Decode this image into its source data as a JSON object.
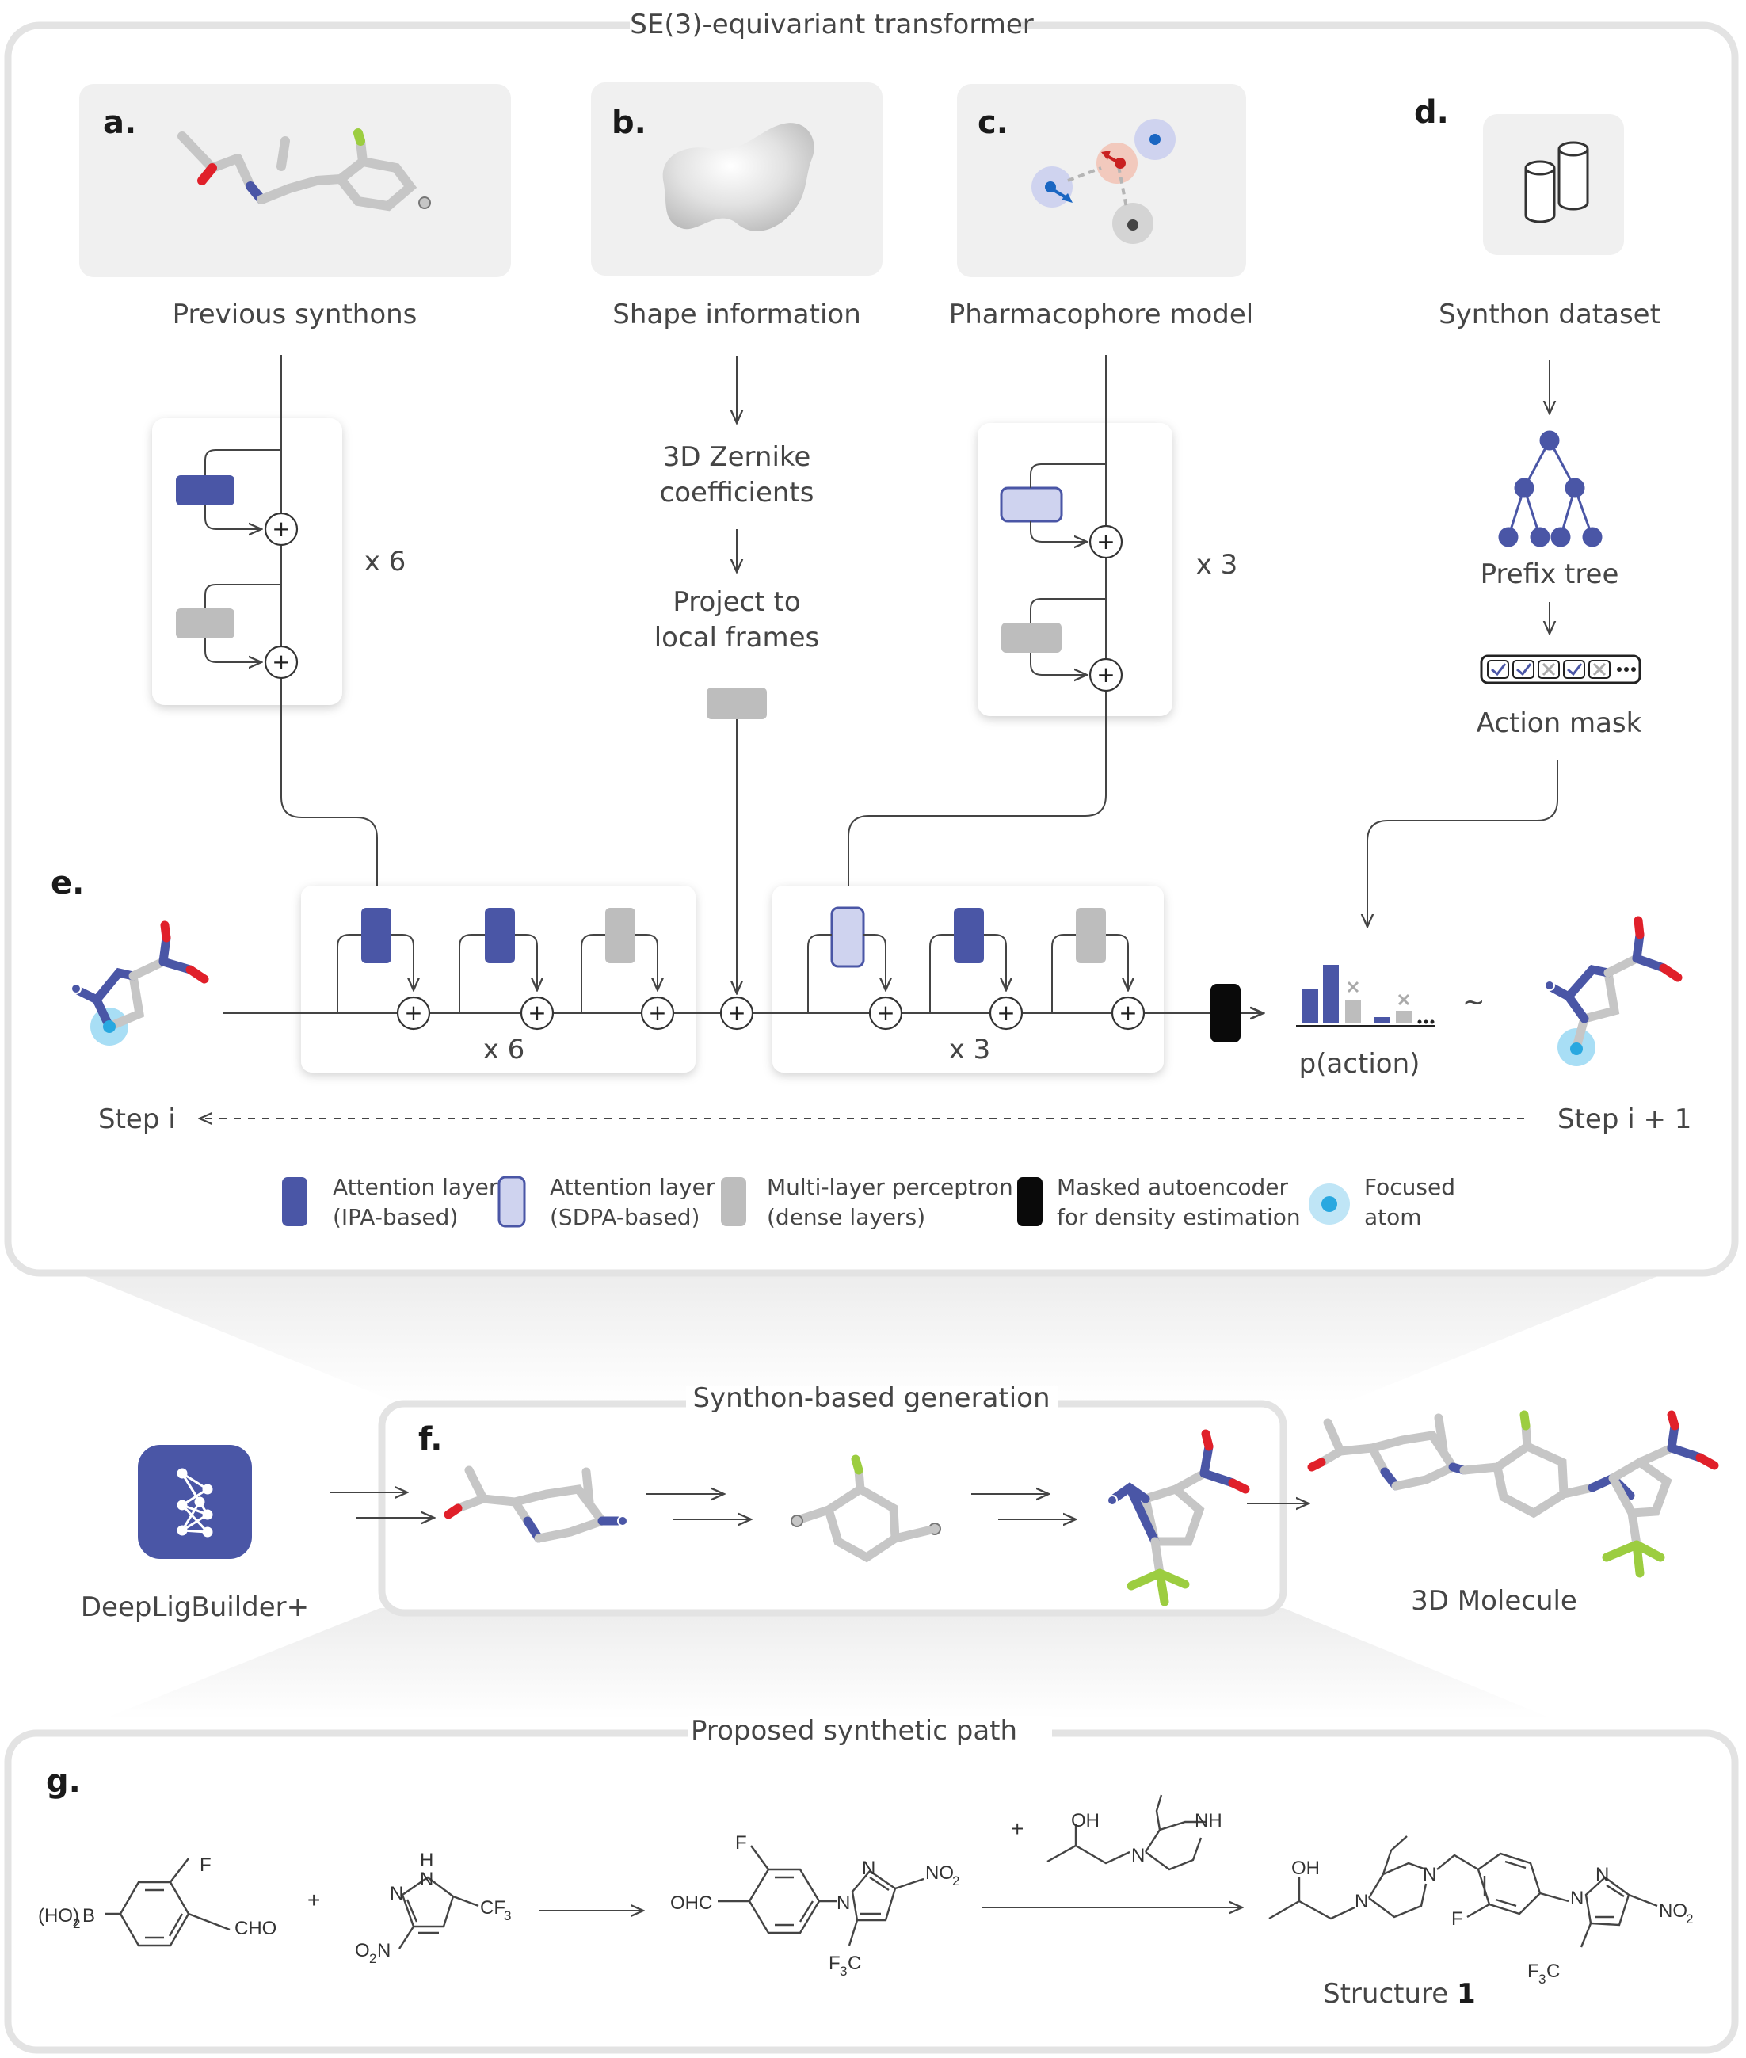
{
  "panels": {
    "top_section_title": "SE(3)-equivariant transformer",
    "a": {
      "letter": "a.",
      "caption": "Previous synthons"
    },
    "b": {
      "letter": "b.",
      "caption": "Shape information"
    },
    "c": {
      "letter": "c.",
      "caption": "Pharmacophore model"
    },
    "d": {
      "letter": "d.",
      "caption": "Synthon dataset"
    },
    "e": {
      "letter": "e."
    },
    "f": {
      "letter": "f."
    },
    "g": {
      "letter": "g."
    }
  },
  "flow": {
    "zernike_line1": "3D Zernike",
    "zernike_line2": "coefficients",
    "project_line1": "Project to",
    "project_line2": "local frames",
    "repeat_six": "x 6",
    "repeat_three": "x 3",
    "prefix_tree": "Prefix tree",
    "action_mask": "Action mask",
    "paction": "p(action)",
    "tilde": "~",
    "step_i": "Step i",
    "step_next": "Step i + 1",
    "plus": "+"
  },
  "legend": [
    {
      "line1": "Attention layer",
      "line2": "(IPA-based)",
      "swatch": "#4a56a6"
    },
    {
      "line1": "Attention layer",
      "line2": "(SDPA-based)",
      "swatch": "#cfd3ef"
    },
    {
      "line1": "Multi-layer perceptron",
      "line2": "(dense layers)",
      "swatch": "#bdbdbd"
    },
    {
      "line1": "Masked autoencoder",
      "line2": "for density estimation",
      "swatch": "#0a0a0a"
    },
    {
      "line1": "Focused",
      "line2": "atom",
      "swatch": "#29a8e0"
    }
  ],
  "generation": {
    "section_title": "Synthon-based generation",
    "app_name": "DeepLigBuilder+",
    "result": "3D Molecule"
  },
  "synthesis": {
    "section_title": "Proposed synthetic path",
    "boronic": "(HO)",
    "boronic_sub": "2",
    "boronic_tail": "B",
    "fluoro": "F",
    "aldehyde": "CHO",
    "plus": "+",
    "pyrazole_n": "N",
    "pyrazole_nh": "N",
    "pyrazole_h": "H",
    "cf3": "CF",
    "cf3_sub": "3",
    "o2n": "O",
    "o2n_sub": "2",
    "o2n_tail": "N",
    "ohc": "OHC",
    "no2": "NO",
    "no2_sub": "2",
    "f3c": "F",
    "f3c_sub": "3",
    "f3c_tail": "C",
    "oh": "OH",
    "nh": "NH",
    "n": "N",
    "structure_label": "Structure ",
    "structure_num": "1"
  },
  "colors": {
    "ipa": "#4a56a6",
    "sdpa": "#cfd3ef",
    "mlp": "#bdbdbd",
    "mae": "#0a0a0a",
    "focus": "#29a8e0",
    "nitrogen": "#4a56a6",
    "oxygen": "#e0202a",
    "fluorine": "#9ccd40",
    "carbon": "#c6c6c6"
  },
  "icons": [
    "database-icon",
    "neural-net-icon",
    "prefix-tree-icon",
    "checkbox-icon"
  ]
}
